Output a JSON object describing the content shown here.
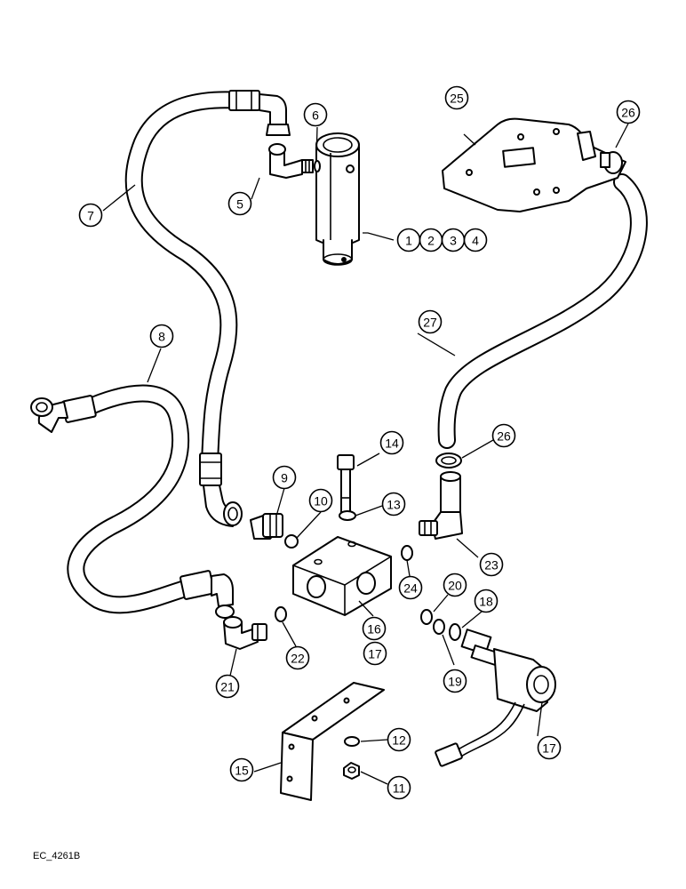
{
  "figure_code": "EC_4261B",
  "callouts": [
    {
      "id": "c1",
      "label": "1"
    },
    {
      "id": "c2",
      "label": "2"
    },
    {
      "id": "c3",
      "label": "3"
    },
    {
      "id": "c4",
      "label": "4"
    },
    {
      "id": "c5",
      "label": "5"
    },
    {
      "id": "c6",
      "label": "6"
    },
    {
      "id": "c7",
      "label": "7"
    },
    {
      "id": "c8",
      "label": "8"
    },
    {
      "id": "c9",
      "label": "9"
    },
    {
      "id": "c10",
      "label": "10"
    },
    {
      "id": "c11",
      "label": "11"
    },
    {
      "id": "c12",
      "label": "12"
    },
    {
      "id": "c13",
      "label": "13"
    },
    {
      "id": "c14",
      "label": "14"
    },
    {
      "id": "c15",
      "label": "15"
    },
    {
      "id": "c16",
      "label": "16"
    },
    {
      "id": "c17a",
      "label": "17"
    },
    {
      "id": "c17b",
      "label": "17"
    },
    {
      "id": "c18",
      "label": "18"
    },
    {
      "id": "c19",
      "label": "19"
    },
    {
      "id": "c20",
      "label": "20"
    },
    {
      "id": "c21",
      "label": "21"
    },
    {
      "id": "c22",
      "label": "22"
    },
    {
      "id": "c23",
      "label": "23"
    },
    {
      "id": "c24",
      "label": "24"
    },
    {
      "id": "c25",
      "label": "25"
    },
    {
      "id": "c26a",
      "label": "26"
    },
    {
      "id": "c26b",
      "label": "26"
    },
    {
      "id": "c27",
      "label": "27"
    }
  ]
}
